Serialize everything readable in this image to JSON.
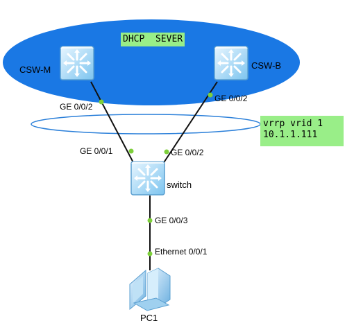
{
  "devices": {
    "csw_m": "CSW-M",
    "csw_b": "CSW-B",
    "switch": "switch",
    "pc1": "PC1"
  },
  "dhcp_label": "DHCP  SEVER",
  "vrrp": {
    "line1": "vrrp vrid 1",
    "line2": "10.1.1.111"
  },
  "ports": {
    "csw_m_down": "GE 0/0/2",
    "csw_b_down": "GE 0/0/2",
    "sw_left": "GE 0/0/1",
    "sw_right": "GE 0/0/2",
    "sw_down": "GE 0/0/3",
    "pc_up": "Ethernet 0/0/1"
  },
  "colors": {
    "ellipse": "#1a78e4",
    "label_bg": "#99ee88",
    "link_dot": "#7dcf3a",
    "link": "#111111"
  }
}
